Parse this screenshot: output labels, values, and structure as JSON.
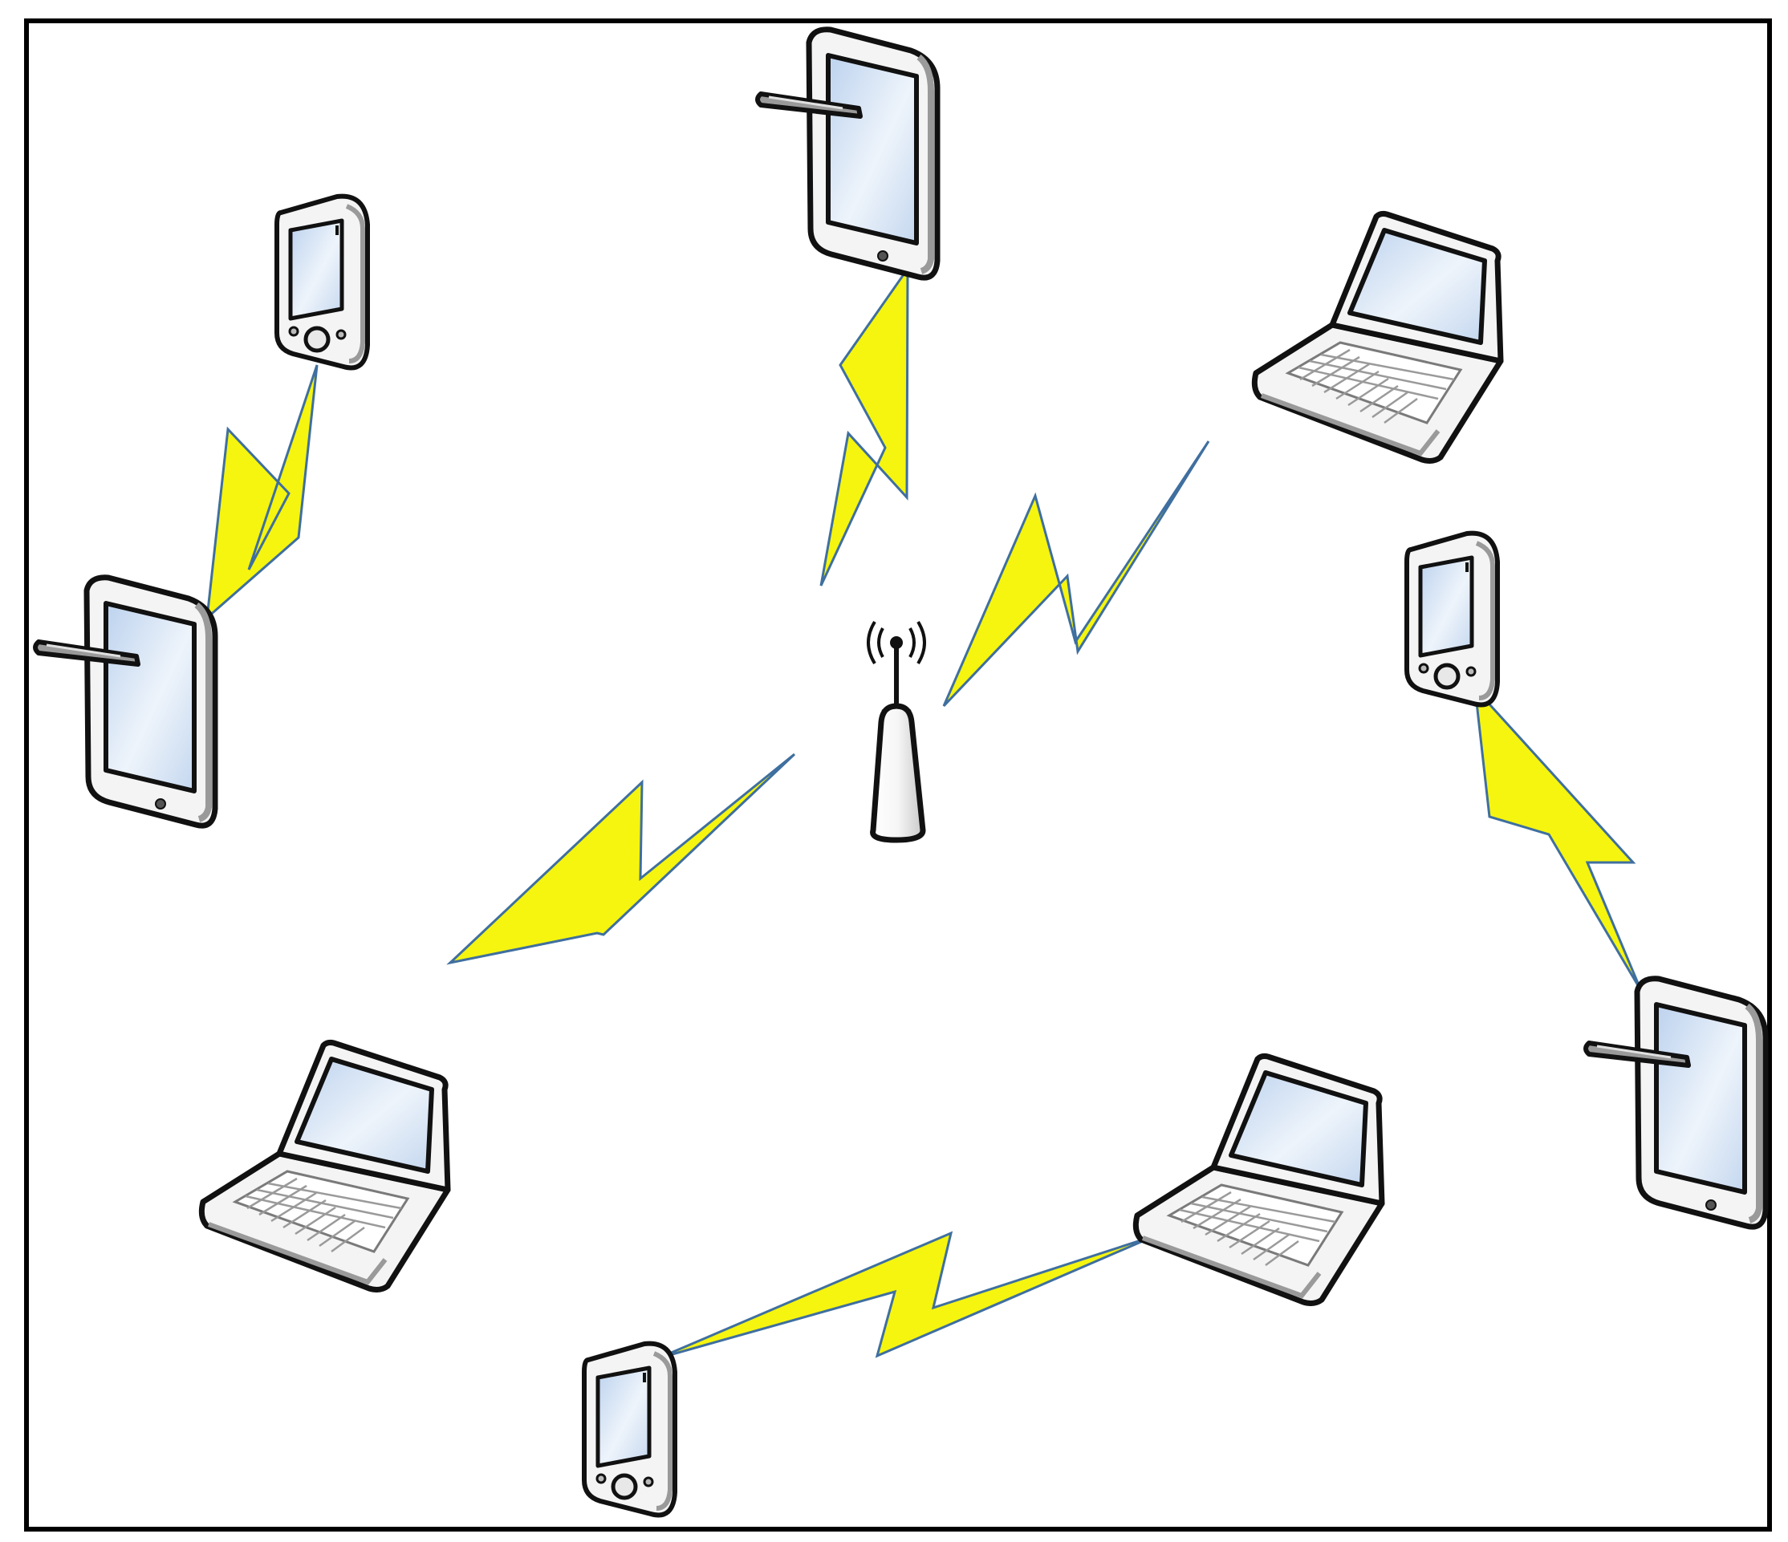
{
  "diagram": {
    "nodes": [
      {
        "id": "access-point",
        "type": "access-point",
        "icon": "wireless-access-point-icon"
      },
      {
        "id": "pda-top-left",
        "type": "pda",
        "icon": "pda-icon"
      },
      {
        "id": "tablet-left",
        "type": "tablet",
        "icon": "tablet-with-stylus-icon"
      },
      {
        "id": "tablet-top",
        "type": "tablet",
        "icon": "tablet-with-stylus-icon"
      },
      {
        "id": "laptop-top-right",
        "type": "laptop",
        "icon": "laptop-icon"
      },
      {
        "id": "pda-right",
        "type": "pda",
        "icon": "pda-icon"
      },
      {
        "id": "tablet-right",
        "type": "tablet",
        "icon": "tablet-with-stylus-icon"
      },
      {
        "id": "laptop-bottom-left",
        "type": "laptop",
        "icon": "laptop-icon"
      },
      {
        "id": "laptop-bottom-right",
        "type": "laptop",
        "icon": "laptop-icon"
      },
      {
        "id": "pda-bottom",
        "type": "pda",
        "icon": "pda-icon"
      }
    ],
    "links": [
      {
        "from": "pda-top-left",
        "to": "tablet-left",
        "kind": "wireless"
      },
      {
        "from": "tablet-top",
        "to": "access-point",
        "kind": "wireless"
      },
      {
        "from": "access-point",
        "to": "laptop-top-right",
        "kind": "wireless"
      },
      {
        "from": "access-point",
        "to": "laptop-bottom-left",
        "kind": "wireless"
      },
      {
        "from": "pda-right",
        "to": "tablet-right",
        "kind": "wireless"
      },
      {
        "from": "pda-bottom",
        "to": "laptop-bottom-right",
        "kind": "wireless"
      }
    ],
    "colors": {
      "frame": "#000000",
      "bolt_fill": "#f5f50f",
      "bolt_stroke": "#3f6f9f",
      "device_body": "#f4f4f4",
      "device_outline": "#111111",
      "screen": "#cfe0f4"
    }
  }
}
